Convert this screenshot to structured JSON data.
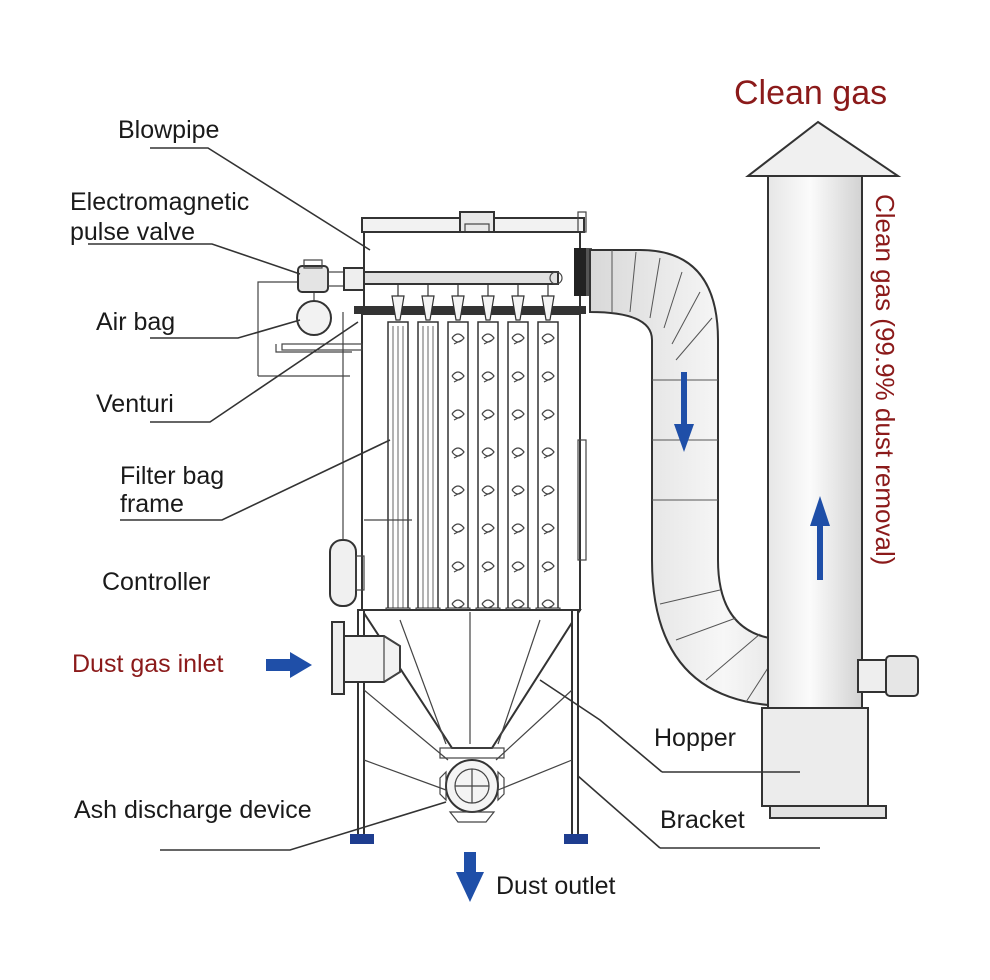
{
  "labels": {
    "blowpipe": "Blowpipe",
    "pulse_valve_line1": "Electromagnetic",
    "pulse_valve_line2": "pulse valve",
    "air_bag": "Air bag",
    "venturi": "Venturi",
    "filter_bag_frame_line1": "Filter bag",
    "filter_bag_frame_line2": "frame",
    "controller": "Controller",
    "dust_gas_inlet": "Dust gas inlet",
    "ash_discharge_device": "Ash discharge device",
    "hopper": "Hopper",
    "bracket": "Bracket",
    "dust_outlet": "Dust outlet",
    "clean_gas_top": "Clean gas",
    "clean_gas_vertical": "Clean gas (99.9% dust removal)"
  },
  "colors": {
    "label_red": "#8b1a1a",
    "flow_arrow": "#1f4fa8",
    "metal_light": "#eeeeee",
    "metal_mid": "#d6d6d6",
    "outline": "#333333",
    "foot_blue": "#1e3d8f"
  },
  "icons": {
    "inlet_arrow": "arrow-right-icon",
    "outlet_arrow": "arrow-down-icon",
    "duct_down_arrow": "arrow-down-icon",
    "stack_up_arrow": "arrow-up-icon"
  }
}
